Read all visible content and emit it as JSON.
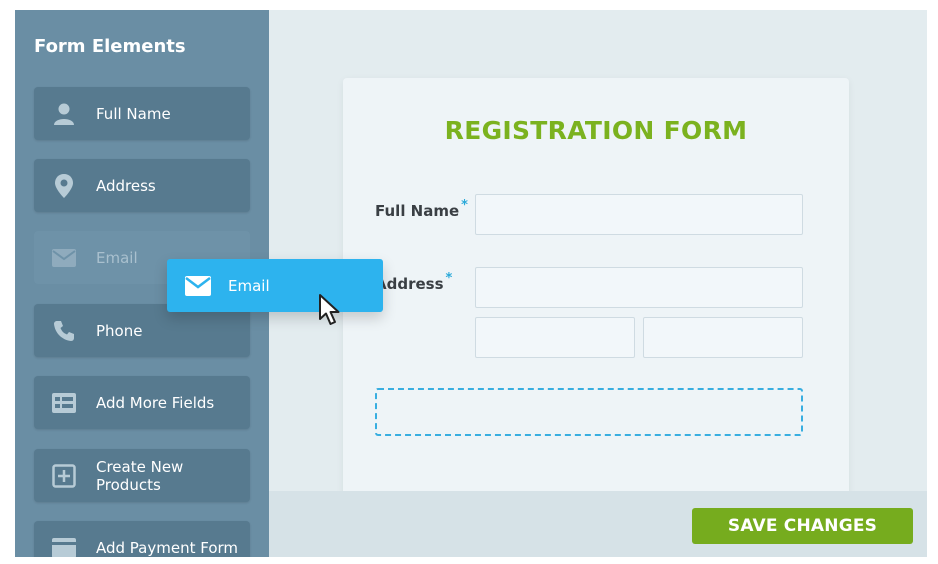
{
  "sidebar": {
    "title": "Form Elements",
    "items": [
      {
        "label": "Full Name",
        "icon": "user-icon"
      },
      {
        "label": "Address",
        "icon": "map-pin-icon"
      },
      {
        "label": "Email",
        "icon": "envelope-icon",
        "state": "placeholder-while-dragging"
      },
      {
        "label": "Phone",
        "icon": "phone-icon"
      },
      {
        "label": "Add More Fields",
        "icon": "fields-list-icon"
      },
      {
        "label": "Create New Products",
        "icon": "plus-square-icon"
      },
      {
        "label": "Add Payment Form",
        "icon": "card-icon"
      }
    ]
  },
  "dragged_item": {
    "label": "Email",
    "icon": "envelope-icon"
  },
  "form": {
    "title": "REGISTRATION FORM",
    "fields": [
      {
        "label": "Full Name",
        "required_mark": "*",
        "value": ""
      },
      {
        "label": "Address",
        "required_mark": "*",
        "value": ""
      }
    ]
  },
  "actions": {
    "save_label": "SAVE CHANGES"
  },
  "colors": {
    "sidebar_bg": "#6a8ea4",
    "item_bg": "#577a8f",
    "accent_green": "#76ac1e",
    "drag_blue": "#2db3ee",
    "required_blue": "#2aa9d9"
  }
}
